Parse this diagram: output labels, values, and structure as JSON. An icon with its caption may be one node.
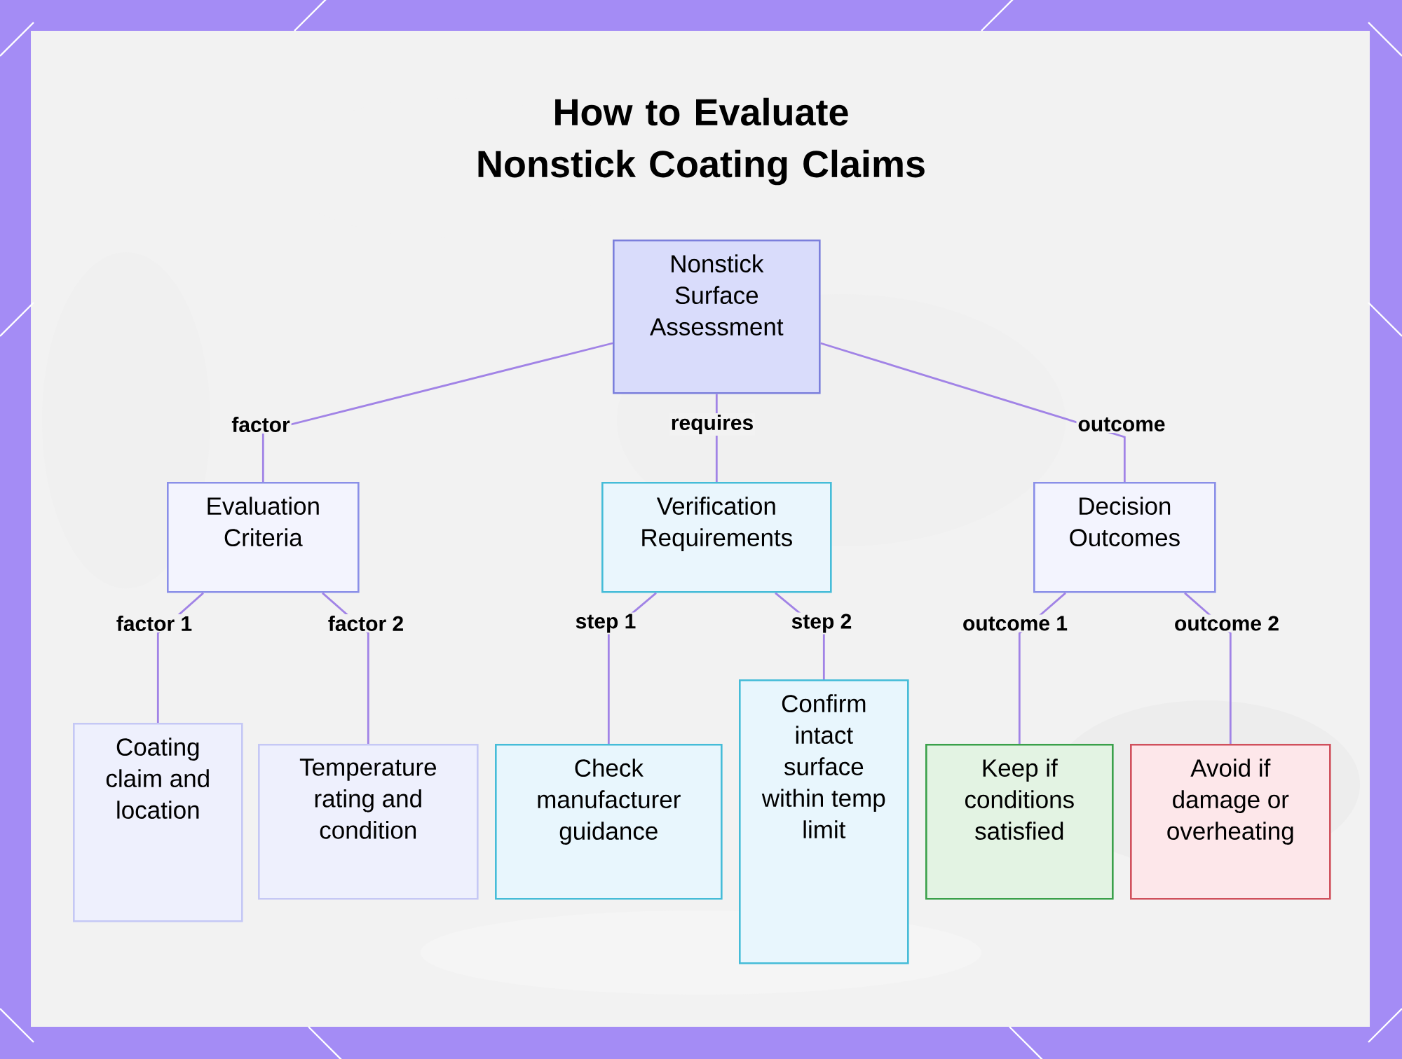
{
  "diagram": {
    "title": "How to Evaluate Nonstick Coating Claims",
    "nodes": [
      {
        "text": [
          "Nonstick Surface Assessment"
        ]
      },
      {
        "text": [
          "Evaluation Criteria"
        ]
      },
      {
        "text": [
          "Verification Requirements"
        ]
      },
      {
        "text": [
          "Decision Outcomes"
        ]
      },
      {
        "text": [
          "Coating claim and location"
        ]
      },
      {
        "text": [
          "Temperature rating and condition"
        ]
      },
      {
        "text": [
          "Check manufacturer guidance"
        ]
      },
      {
        "text": [
          "Confirm intact surface within temp limit"
        ]
      },
      {
        "text": [
          "Keep if conditions satisfied"
        ]
      },
      {
        "text": [
          "Avoid if damage or overheating"
        ]
      }
    ],
    "edges": [
      {
        "from": 0,
        "to": 1,
        "arrow": "none",
        "label": "factor"
      },
      {
        "from": 0,
        "to": 2,
        "arrow": "none",
        "label": "requires"
      },
      {
        "from": 0,
        "to": 3,
        "arrow": "none",
        "label": "outcome"
      },
      {
        "from": 1,
        "to": 4,
        "arrow": "none",
        "label": "factor 1"
      },
      {
        "from": 1,
        "to": 5,
        "arrow": "none",
        "label": "factor 2"
      },
      {
        "from": 2,
        "to": 6,
        "arrow": "none",
        "label": "step 1"
      },
      {
        "from": 2,
        "to": 7,
        "arrow": "none",
        "label": "step 2"
      },
      {
        "from": 3,
        "to": 8,
        "arrow": "none",
        "label": "outcome 1"
      },
      {
        "from": 3,
        "to": 9,
        "arrow": "none",
        "label": "outcome 2"
      }
    ]
  }
}
